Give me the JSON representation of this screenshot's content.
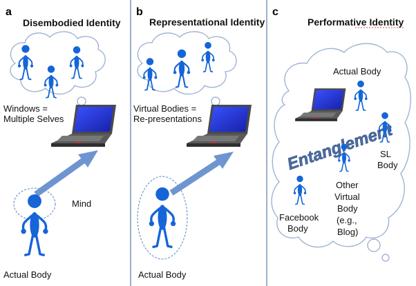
{
  "colors": {
    "divider": "#7c96b9",
    "cloud_stroke": "#9fb3d6",
    "figure_blue": "#1565d8",
    "arrow_blue": "#6e95cf",
    "screen_blue": "#2230d6",
    "entanglement_blue": "#4d6ea6"
  },
  "panels": [
    {
      "letter": "a",
      "title": "Disembodied Identity",
      "cloud_label_1": "Windows =",
      "cloud_label_2": "Multiple Selves",
      "mind_label": "Mind",
      "body_label": "Actual Body"
    },
    {
      "letter": "b",
      "title": "Representational Identity",
      "cloud_label_1": "Virtual Bodies =",
      "cloud_label_2": "Re-presentations",
      "body_label": "Actual Body"
    },
    {
      "letter": "c",
      "title": "Performative Identity",
      "entanglement": "Entanglement",
      "actual_body": "Actual Body",
      "sl_1": "SL",
      "sl_2": "Body",
      "other_1": "Other",
      "other_2": "Virtual",
      "other_3": "Body",
      "other_4": "(e.g.,",
      "other_5": "Blog)",
      "fb_1": "Facebook",
      "fb_2": "Body"
    }
  ],
  "icons": [
    "stick-figure-icon",
    "laptop-icon",
    "arrow-icon",
    "thought-cloud-icon"
  ]
}
